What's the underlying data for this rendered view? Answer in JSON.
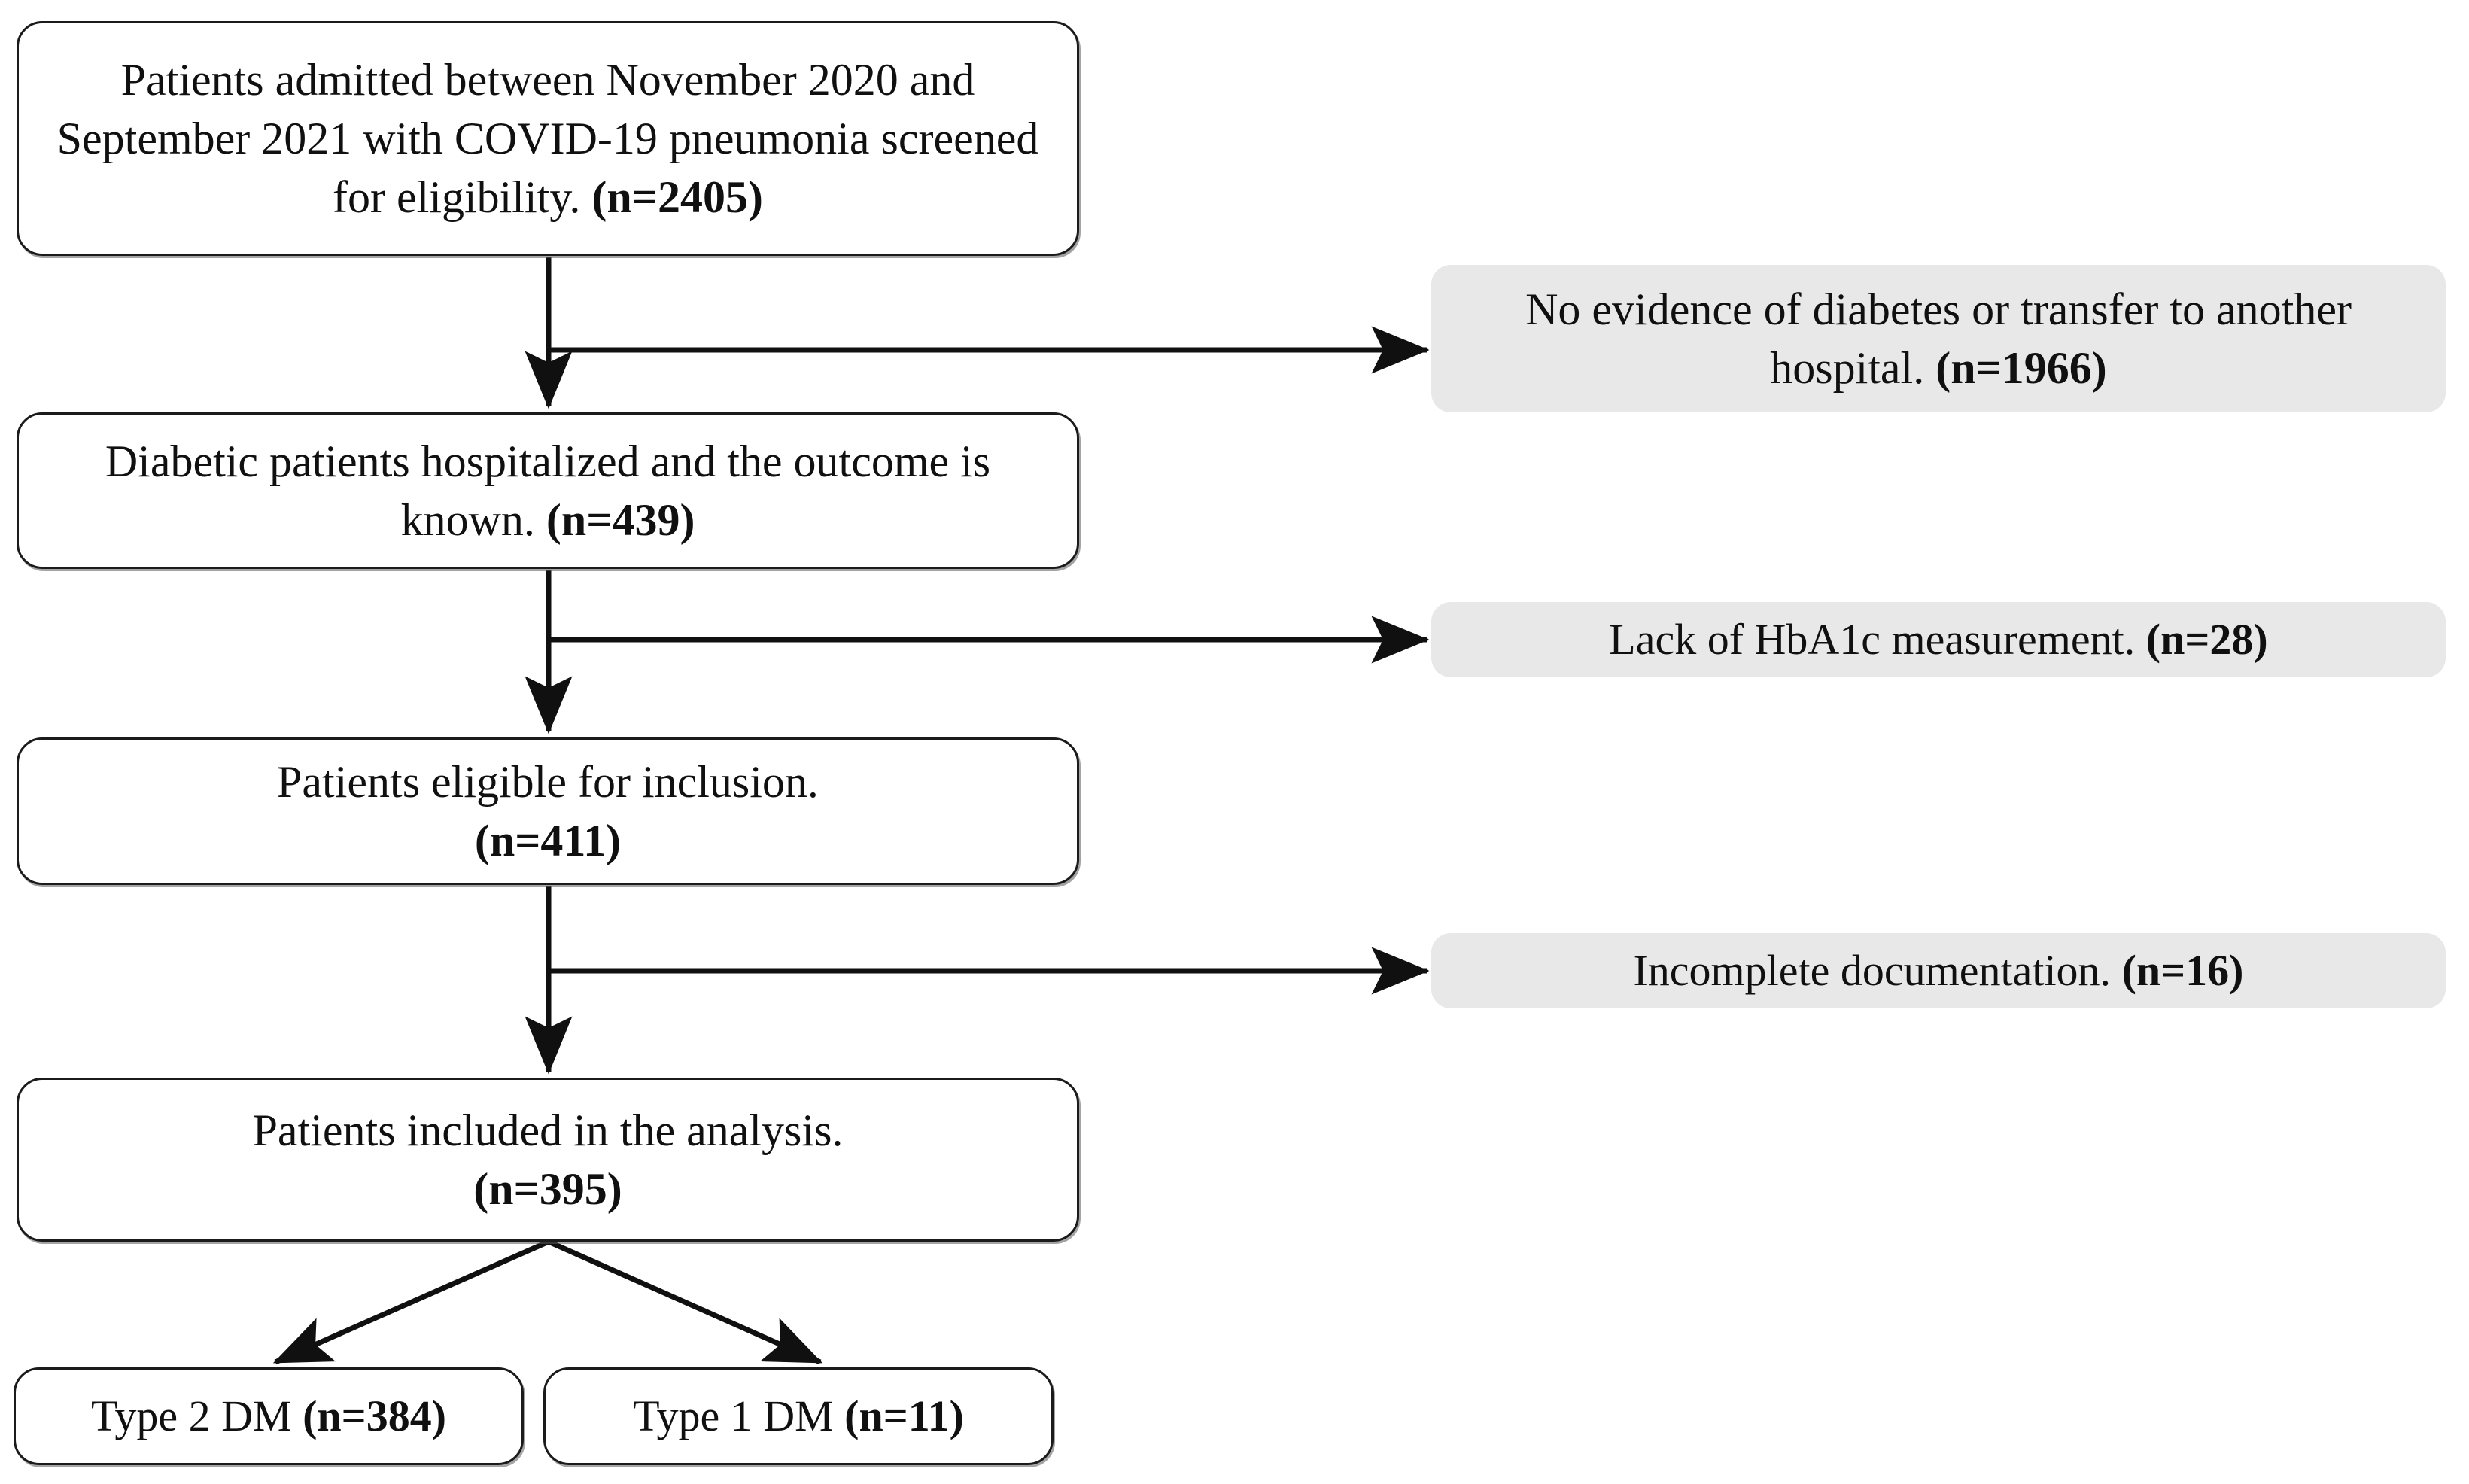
{
  "diagram": {
    "type": "flowchart",
    "title": "Patient selection flow diagram",
    "colors": {
      "box_border": "#1b1b1b",
      "box_fill": "#ffffff",
      "exclusion_fill": "#e8e8e8",
      "arrow": "#101010",
      "text": "#101010"
    }
  },
  "nodes": {
    "screened": {
      "text": "Patients admitted between November 2020 and September 2021 with COVID-19 pneumonia screened for eligibility.",
      "count": "(n=2405)"
    },
    "diabetic": {
      "text": "Diabetic patients hospitalized and the outcome is known.",
      "count": "(n=439)"
    },
    "eligible": {
      "text": "Patients eligible for inclusion.",
      "count": "(n=411)"
    },
    "analysis": {
      "text": "Patients included in the analysis.",
      "count": "(n=395)"
    },
    "type2": {
      "text": "Type 2 DM",
      "count": "(n=384)"
    },
    "type1": {
      "text": "Type 1 DM",
      "count": "(n=11)"
    }
  },
  "exclusions": [
    {
      "text": "No evidence of diabetes or transfer to another hospital.",
      "count": "(n=1966)"
    },
    {
      "text": "Lack of HbA1c measurement.",
      "count": "(n=28)"
    },
    {
      "text": "Incomplete documentation.",
      "count": "(n=16)"
    }
  ]
}
